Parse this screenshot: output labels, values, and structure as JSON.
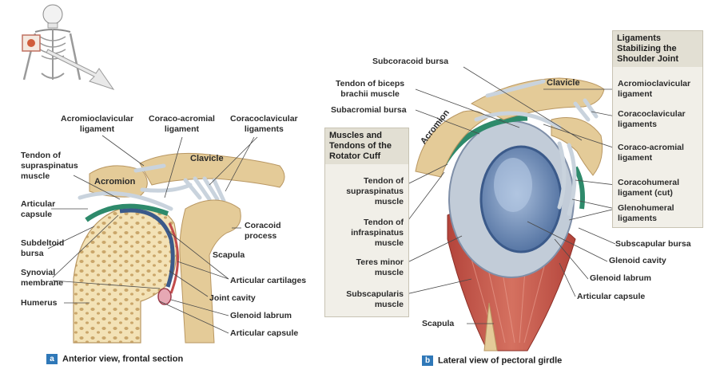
{
  "panel_a": {
    "labels": {
      "acromioclavicular": "Acromioclavicular\nligament",
      "coraco_acromial": "Coraco-acromial\nligament",
      "coracoclavicular": "Coracoclavicular\nligaments",
      "tendon_supraspinatus": "Tendon of\nsupraspinatus\nmuscle",
      "clavicle": "Clavicle",
      "acromion": "Acromion",
      "articular_capsule_left": "Articular\ncapsule",
      "coracoid_process": "Coracoid\nprocess",
      "subdeltoid_bursa": "Subdeltoid\nbursa",
      "scapula": "Scapula",
      "synovial_membrane": "Synovial\nmembrane",
      "articular_cartilages": "Articular cartilages",
      "humerus": "Humerus",
      "joint_cavity": "Joint cavity",
      "glenoid_labrum": "Glenoid labrum",
      "articular_capsule": "Articular capsule"
    },
    "caption_badge": "a",
    "caption": "Anterior view, frontal section"
  },
  "panel_b": {
    "labels": {
      "subcoracoid_bursa": "Subcoracoid bursa",
      "tendon_biceps": "Tendon of biceps\nbrachii muscle",
      "subacromial_bursa": "Subacromial bursa",
      "clavicle": "Clavicle",
      "acromion": "Acromion",
      "tendon_supraspinatus": "Tendon of\nsupraspinatus\nmuscle",
      "tendon_infraspinatus": "Tendon of\ninfraspinatus\nmuscle",
      "teres_minor": "Teres minor\nmuscle",
      "subscapularis": "Subscapularis\nmuscle",
      "scapula": "Scapula",
      "subscapular_bursa": "Subscapular bursa",
      "glenoid_cavity": "Glenoid cavity",
      "glenoid_labrum": "Glenoid labrum",
      "articular_capsule": "Articular capsule"
    },
    "rotator_cuff_box_title": "Muscles and\nTendons of the\nRotator Cuff",
    "ligament_box_title": "Ligaments\nStabilizing the\nShoulder Joint",
    "ligament_items": {
      "acromioclavicular": "Acromioclavicular\nligament",
      "coracoclavicular": "Coracoclavicular\nligaments",
      "coraco_acromial": "Coraco-acromial\nligament",
      "coracohumeral": "Coracohumeral\nligament (cut)",
      "glenohumeral": "Glenohumeral\nligaments"
    },
    "caption_badge": "b",
    "caption": "Lateral view of pectoral girdle"
  },
  "colors": {
    "bone": "#e4cb98",
    "spongy_bone": "#f3e2b6",
    "ligament": "#c9d3dd",
    "bursa": "#2e8a6b",
    "cartilage": "#3b5a8a",
    "muscle": "#c8584b",
    "glenoid": "#7f99c2",
    "badge": "#2f78b8"
  }
}
